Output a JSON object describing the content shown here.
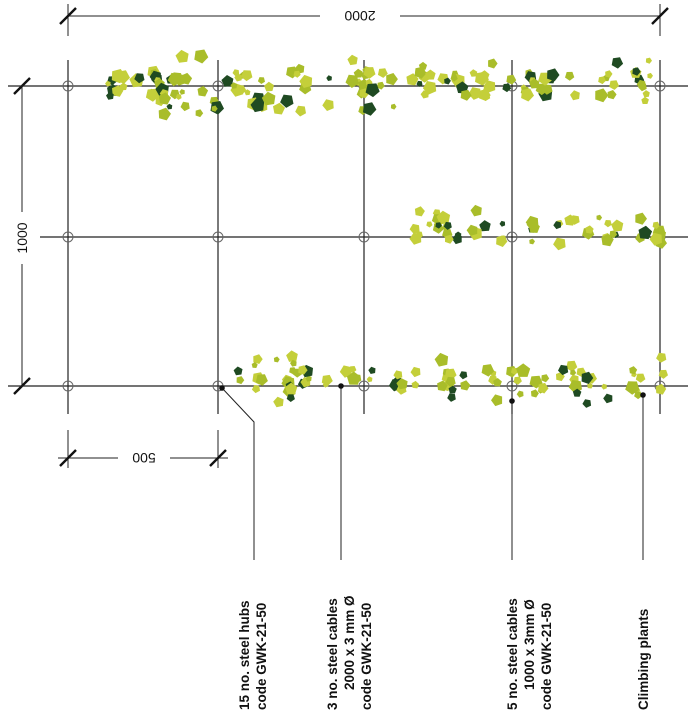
{
  "dimensions": {
    "top": "2000",
    "left": "1000",
    "bottom": "500"
  },
  "callouts": [
    {
      "id": "hubs",
      "lines": [
        "15 no. steel hubs",
        "code GWK-21-50"
      ]
    },
    {
      "id": "cables-2000",
      "lines": [
        "3 no. steel cables",
        "2000 x 3 mm Ø",
        "code GWK-21-50"
      ]
    },
    {
      "id": "cables-1000",
      "lines": [
        "5 no. steel cables",
        "1000 x 3mm Ø",
        "code GWK-21-50"
      ]
    },
    {
      "id": "plants",
      "lines": [
        "Climbing plants"
      ]
    }
  ],
  "colors": {
    "line": "#222222",
    "leaf_light": "#c4cf3a",
    "leaf_mid": "#a9bd2a",
    "leaf_dark": "#1f4a22"
  }
}
